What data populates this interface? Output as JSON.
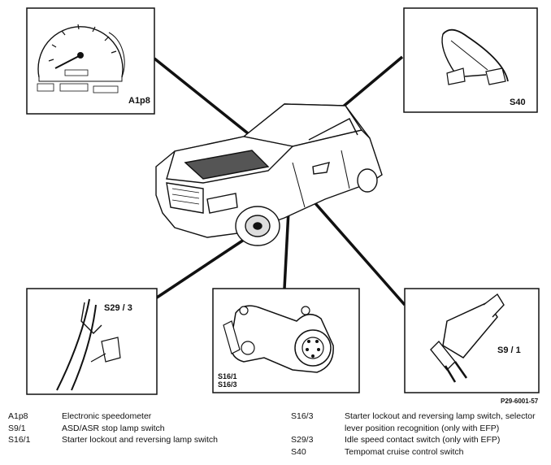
{
  "panels": {
    "a1p8": "A1p8",
    "s40": "S40",
    "s29_3": "S29 / 3",
    "s16": [
      "S16/1",
      "S16/3"
    ],
    "s9_1": "S9 / 1"
  },
  "figure_ref": "P29-6001-57",
  "legend_left": [
    {
      "code": "A1p8",
      "desc": "Electronic speedometer"
    },
    {
      "code": "S9/1",
      "desc": "ASD/ASR stop lamp switch"
    },
    {
      "code": "S16/1",
      "desc": "Starter lockout and reversing lamp switch"
    }
  ],
  "legend_right": [
    {
      "code": "S16/3",
      "desc": "Starter lockout and reversing lamp switch, selector lever position recognition (only with EFP)"
    },
    {
      "code": "S29/3",
      "desc": "Idle speed contact switch (only with EFP)"
    },
    {
      "code": "S40",
      "desc": "Tempomat cruise control switch"
    }
  ]
}
